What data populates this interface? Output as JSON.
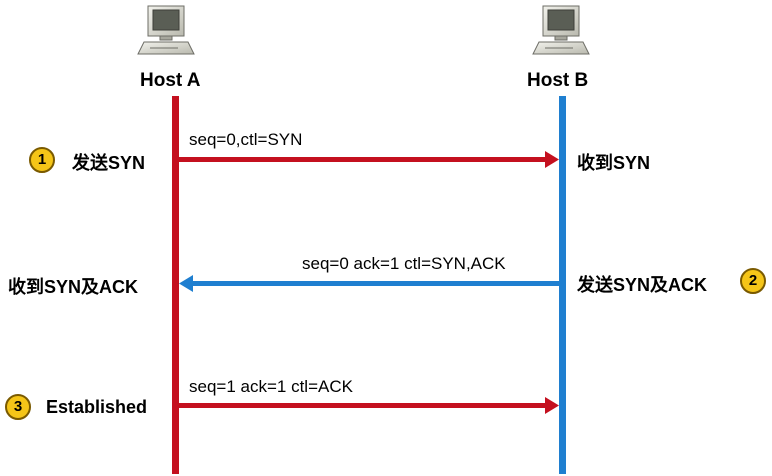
{
  "hosts": [
    {
      "name": "Host A",
      "icon": "desktop-computer-icon",
      "line_color": "#c4101f"
    },
    {
      "name": "Host B",
      "icon": "desktop-computer-icon",
      "line_color": "#1f7fd0"
    }
  ],
  "steps": [
    {
      "number": "1",
      "label": "发送SYN"
    },
    {
      "number": "2",
      "label": "发送SYN及ACK"
    },
    {
      "number": "3",
      "label": "Established"
    }
  ],
  "receive_labels": {
    "host_b_step1": "收到SYN",
    "host_a_step2": "收到SYN及ACK"
  },
  "messages": [
    {
      "text": "seq=0,ctl=SYN",
      "direction": "A→B",
      "color": "#c4101f"
    },
    {
      "text": "seq=0 ack=1 ctl=SYN,ACK",
      "direction": "B→A",
      "color": "#1f7fd0"
    },
    {
      "text": "seq=1 ack=1 ctl=ACK",
      "direction": "A→B",
      "color": "#c4101f"
    }
  ],
  "badge_color": "#f5c518"
}
